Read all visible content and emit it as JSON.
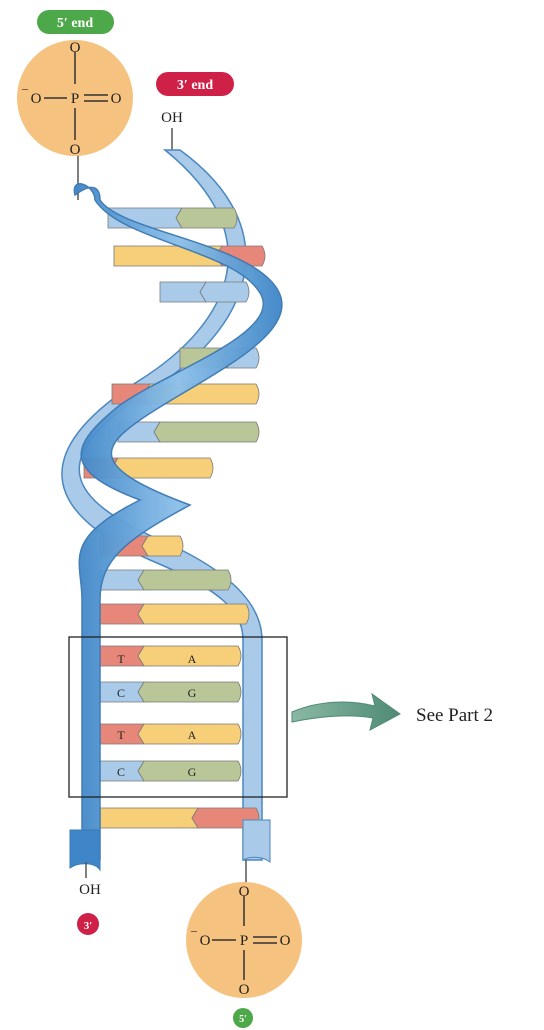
{
  "labels": {
    "top_end": "5′ end",
    "right_end": "3′ end",
    "oh_top": "OH",
    "oh_bottom": "OH",
    "bottom_left_badge": "3′",
    "bottom_right_badge": "5′",
    "see_part": "See Part 2"
  },
  "phosphate": {
    "o_top": "O",
    "o_bottom": "O",
    "o_left": "O",
    "o_minus": "–",
    "p": "P",
    "o_right": "O"
  },
  "base_pairs_highlighted": [
    {
      "left": "T",
      "right": "A"
    },
    {
      "left": "C",
      "right": "G"
    },
    {
      "left": "T",
      "right": "A"
    },
    {
      "left": "C",
      "right": "G"
    }
  ],
  "colors": {
    "green_badge": "#4da84a",
    "red_badge": "#cf2048",
    "phosphate_fill": "#f6c27f",
    "strand_blue": "#5b9fd6",
    "strand_light": "#a9cbe9",
    "base_yellow": "#f6cf78",
    "base_green": "#b9c697",
    "base_red": "#e7877a",
    "arrow_green": "#6d9b88"
  }
}
